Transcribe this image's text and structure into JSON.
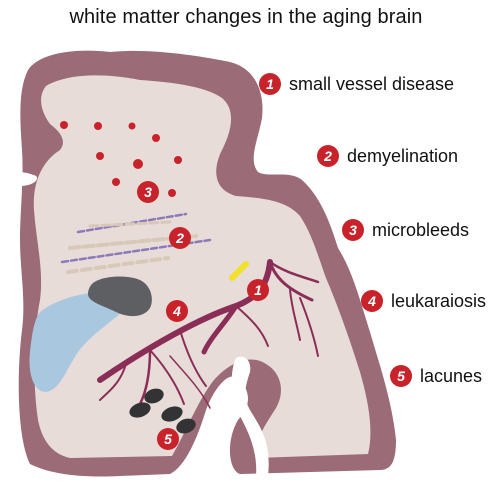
{
  "title": "white matter changes in the aging brain",
  "legend": [
    {
      "number": "1",
      "label": "small vessel disease"
    },
    {
      "number": "2",
      "label": "demyelination"
    },
    {
      "number": "3",
      "label": "microbleeds"
    },
    {
      "number": "4",
      "label": "leukaraiosis"
    },
    {
      "number": "5",
      "label": "lacunes"
    }
  ],
  "diagram_markers": [
    "1",
    "2",
    "3",
    "4",
    "5"
  ],
  "colors": {
    "cortex": "#9b6b78",
    "white_matter": "#e8dcd8",
    "marker_red": "#c8232b",
    "vessel": "#8a2e57",
    "ventricle": "#a9c8df",
    "leukaraiosis_gray": "#5d5f62",
    "lacune_dark": "#333335",
    "fiber_purple": "#8c7ab8",
    "vessel_yellow": "#f2e12c"
  }
}
